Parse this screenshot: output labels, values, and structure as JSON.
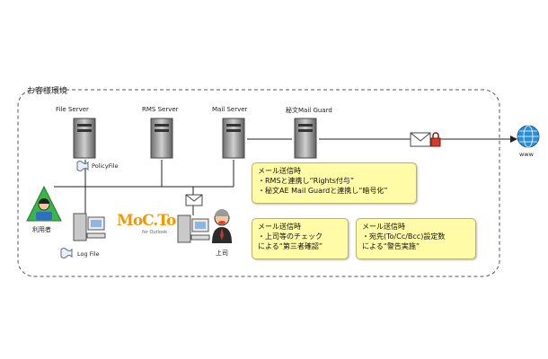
{
  "environment_label": "お客様環境",
  "servers": [
    {
      "label": "File Server"
    },
    {
      "label": "RMS Server"
    },
    {
      "label": "Mail Server"
    },
    {
      "label": "秘文Mail Guard"
    }
  ],
  "policy_file_label": "PolicyFile",
  "log_file_label": "Log File",
  "user_label": "利用者",
  "boss_label": "上司",
  "internet_label": "www",
  "product_logo": {
    "text": "MoC.To",
    "subtext": "for Outlook"
  },
  "notes": [
    {
      "lines": [
        "メール送信時",
        "・RMSと連携し“Rights付与”",
        "・秘文AE Mail Guardと連携し“暗号化”"
      ]
    },
    {
      "lines": [
        "メール送信時",
        "・上司等のチェック",
        "による“第三者確認”"
      ]
    },
    {
      "lines": [
        "メール送信時",
        "・宛先(To/Cc/Bcc)設定数",
        "による“警告実施”"
      ]
    }
  ],
  "colors": {
    "note_fill": "#fffba6",
    "server_gray": "#8a8a8a",
    "globe_blue": "#2a8fd6",
    "user_green": "#39b54a",
    "logo_orange": "#f39800"
  }
}
